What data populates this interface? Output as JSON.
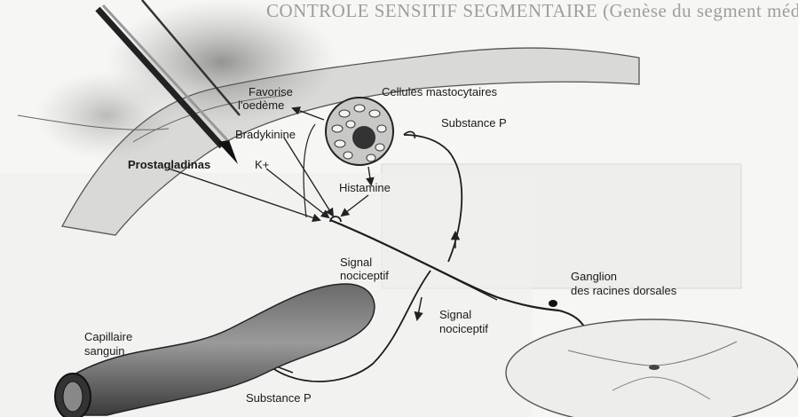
{
  "header": "CONTROLE SENSITIF SEGMENTAIRE (Genèse du segment médullaire)",
  "labels": {
    "favorise": "Favorise",
    "oedeme": "l'oedème",
    "mastocytes": "Cellules mastocytaires",
    "bradykinine": "Bradykinine",
    "substance_p": "Substance P",
    "prostaglandines": "Prostagladinas",
    "potassium": "K+",
    "histamine": "Histamine",
    "signal1_line1": "Signal",
    "signal1_line2": "nociceptif",
    "ganglion_line1": "Ganglion",
    "ganglion_line2": "des racines dorsales",
    "signal2_line1": "Signal",
    "signal2_line2": "nociceptif",
    "capillaire_line1": "Capillaire",
    "capillaire_line2": "sanguin",
    "substance_bottom": "Substance P"
  }
}
